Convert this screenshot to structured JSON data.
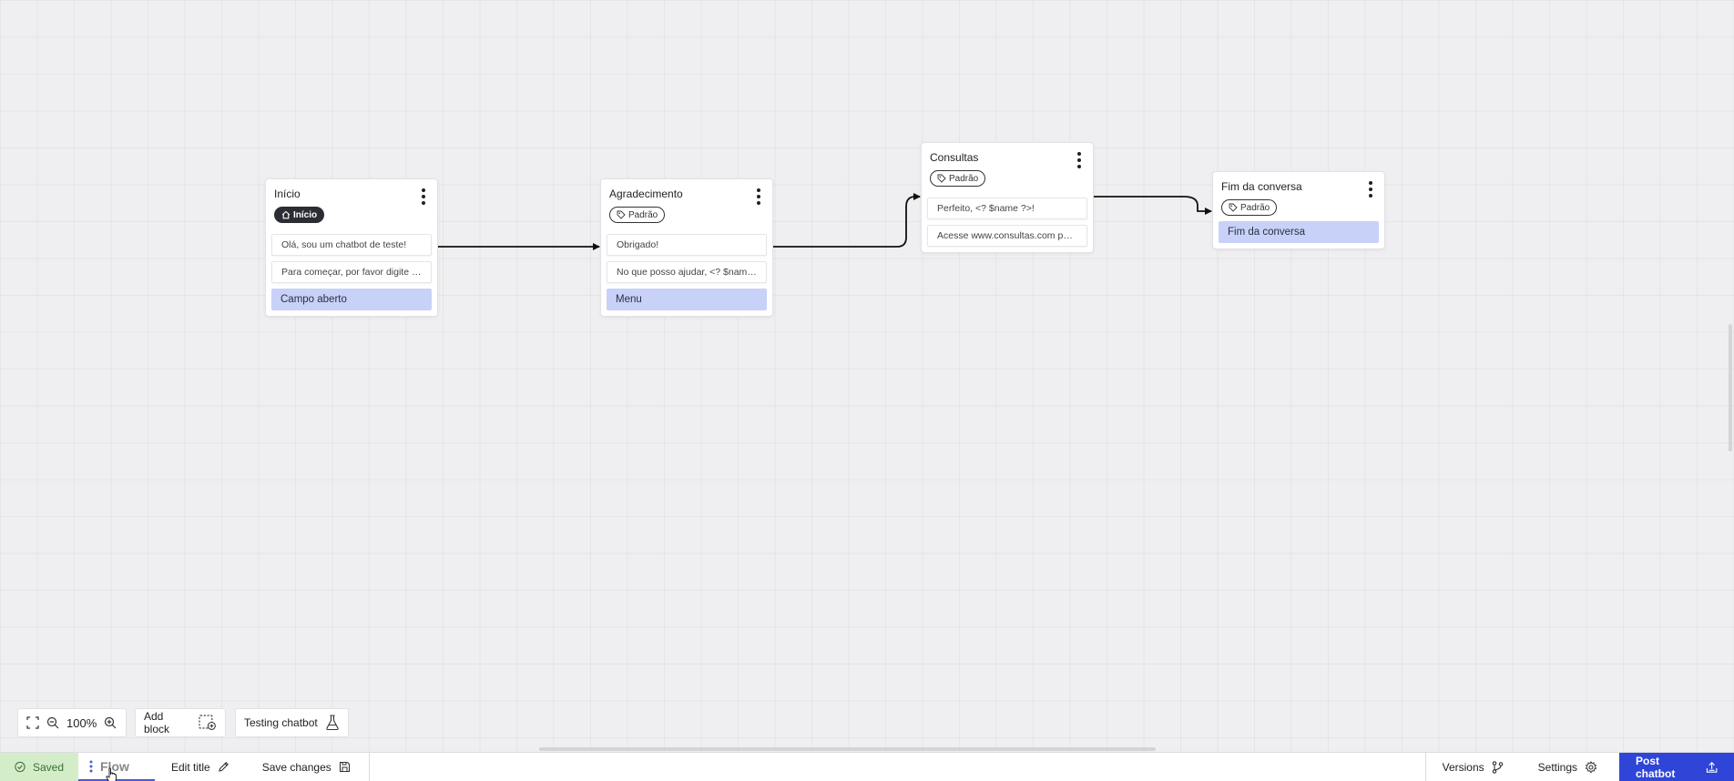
{
  "blocks": [
    {
      "title": "Início",
      "tag": "Início",
      "messages": [
        "Olá, sou um chatbot de teste!",
        "Para começar, por favor digite o …"
      ],
      "input": "Campo aberto"
    },
    {
      "title": "Agradecimento",
      "tag": "Padrão",
      "messages": [
        "Obrigado!",
        "No que posso ajudar, <? $name …"
      ],
      "input": "Menu"
    },
    {
      "title": "Consultas",
      "tag": "Padrão",
      "messages": [
        "Perfeito, <? $name ?>!",
        "Acesse www.consultas.com par…"
      ]
    },
    {
      "title": "Fim da conversa",
      "tag": "Padrão",
      "input": "Fim da conversa"
    }
  ],
  "toolbar": {
    "zoom": "100%",
    "add_block": "Add block",
    "testing": "Testing chatbot"
  },
  "bottombar": {
    "saved": "Saved",
    "flow": "Flow",
    "edit_title": "Edit title",
    "save_changes": "Save changes",
    "versions": "Versions",
    "settings": "Settings",
    "post": "Post chatbot"
  },
  "colors": {
    "accent": "#2f45d8",
    "input_fill": "#c8d1f7",
    "saved_bg": "#d4edc9"
  }
}
